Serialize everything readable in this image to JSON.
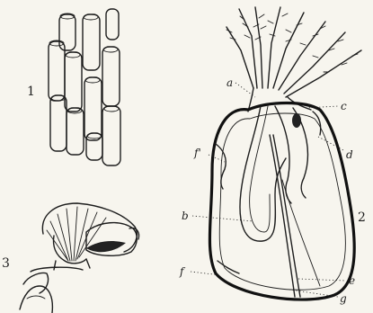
{
  "figures": [
    {
      "number": "1"
    },
    {
      "number": "2"
    },
    {
      "number": "3"
    }
  ],
  "labels": {
    "a": "a",
    "b": "b",
    "c": "c",
    "d": "d",
    "e": "e",
    "f": "f",
    "f_prime": "f'",
    "g": "g"
  }
}
